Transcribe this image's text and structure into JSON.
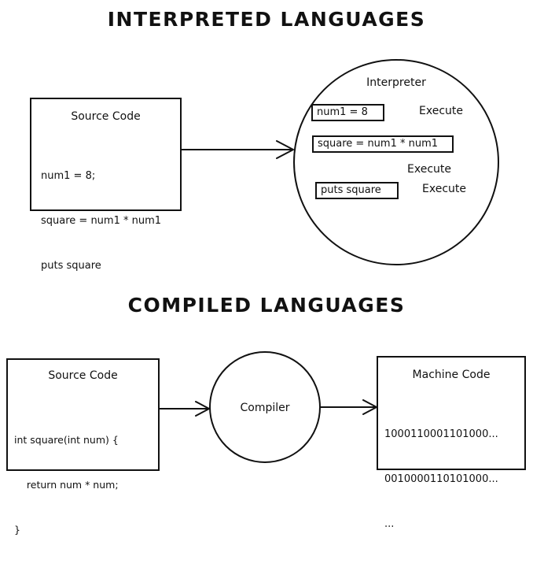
{
  "interpreted": {
    "title": "INTERPRETED LANGUAGES",
    "source": {
      "title": "Source Code",
      "lines": [
        "num1 = 8;",
        "square = num1 * num1",
        "puts square"
      ]
    },
    "interpreter": {
      "title": "Interpreter",
      "steps": [
        {
          "code": "num1 = 8",
          "result": "Execute"
        },
        {
          "code": "square = num1 * num1",
          "result": "Execute"
        },
        {
          "code": "puts square",
          "result": "Execute"
        }
      ]
    }
  },
  "compiled": {
    "title": "COMPILED LANGUAGES",
    "source": {
      "title": "Source Code",
      "lines": [
        "int square(int num) {",
        "    return num * num;",
        "}"
      ]
    },
    "compiler": {
      "title": "Compiler"
    },
    "machine": {
      "title": "Machine Code",
      "lines": [
        "1000110001101000...",
        "0010000110101000...",
        "..."
      ]
    }
  }
}
